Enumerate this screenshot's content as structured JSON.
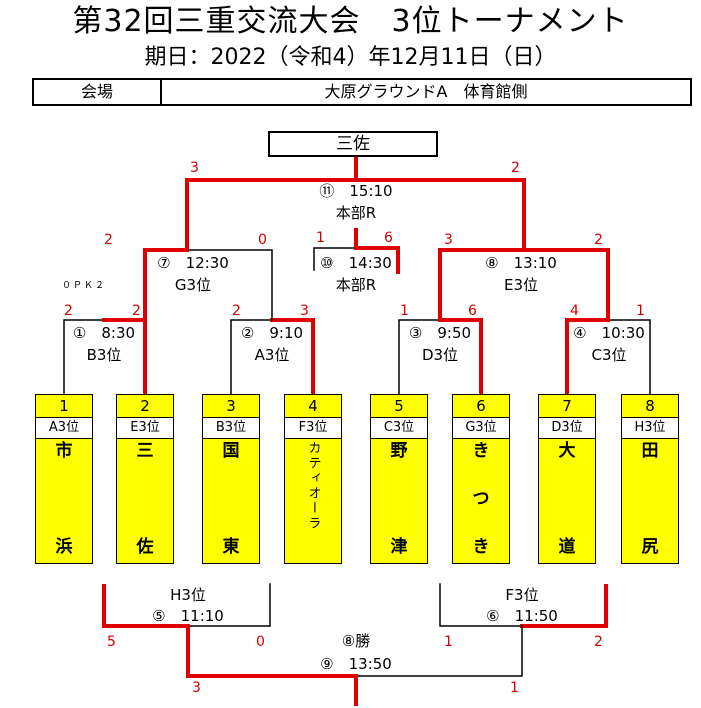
{
  "header": {
    "title": "第32回三重交流大会　3位トーナメント",
    "date": "期日：2022（令和4）年12月11日（日）",
    "venue_label": "会場",
    "venue_value": "大原グラウンドA　体育館側"
  },
  "champion": "三佐",
  "matches": {
    "m1": {
      "label": "①　8:30",
      "sub": "B3位",
      "score_left": "2",
      "score_right": "2"
    },
    "m2": {
      "label": "②　9:10",
      "sub": "A3位",
      "score_left": "2",
      "score_right": "3"
    },
    "m3": {
      "label": "③　9:50",
      "sub": "D3位",
      "score_left": "1",
      "score_right": "6"
    },
    "m4": {
      "label": "④　10:30",
      "sub": "C3位",
      "score_left": "4",
      "score_right": "1"
    },
    "m7": {
      "label": "⑦　12:30",
      "sub": "G3位",
      "score_left": "2",
      "score_right": "0",
      "pk": "０ＰＫ２"
    },
    "m8": {
      "label": "⑧　13:10",
      "sub": "E3位",
      "score_left": "3",
      "score_right": "2"
    },
    "m10": {
      "label": "⑩　14:30",
      "sub": "本部R",
      "score_left": "1",
      "score_right": "6"
    },
    "m11": {
      "label": "⑪　15:10",
      "sub": "本部R",
      "score_left": "3",
      "score_right": "2"
    },
    "m5": {
      "label": "⑤　11:10",
      "sub": "H3位",
      "score_left": "5",
      "score_right": "0"
    },
    "m6": {
      "label": "⑥　11:50",
      "sub": "F3位",
      "score_left": "1",
      "score_right": "2"
    },
    "m9": {
      "label": "⑨　13:50",
      "sub": "⑧勝",
      "score_left": "3",
      "score_right": "1"
    }
  },
  "teams": [
    {
      "num": "1",
      "rank": "A3位",
      "top": "市",
      "bottom": "浜"
    },
    {
      "num": "2",
      "rank": "E3位",
      "top": "三",
      "bottom": "佐"
    },
    {
      "num": "3",
      "rank": "B3位",
      "top": "国",
      "bottom": "東"
    },
    {
      "num": "4",
      "rank": "F3位",
      "top": "カティオーラ",
      "bottom": ""
    },
    {
      "num": "5",
      "rank": "C3位",
      "top": "野",
      "bottom": "津"
    },
    {
      "num": "6",
      "rank": "G3位",
      "top": "き",
      "middle": "つ",
      "bottom": "き"
    },
    {
      "num": "7",
      "rank": "D3位",
      "top": "大",
      "bottom": "道"
    },
    {
      "num": "8",
      "rank": "H3位",
      "top": "田",
      "bottom": "尻"
    }
  ],
  "colors": {
    "win_line": "#e00000",
    "loss_line": "#000000",
    "team_fill": "#ffff00",
    "score_text": "#d40000"
  }
}
